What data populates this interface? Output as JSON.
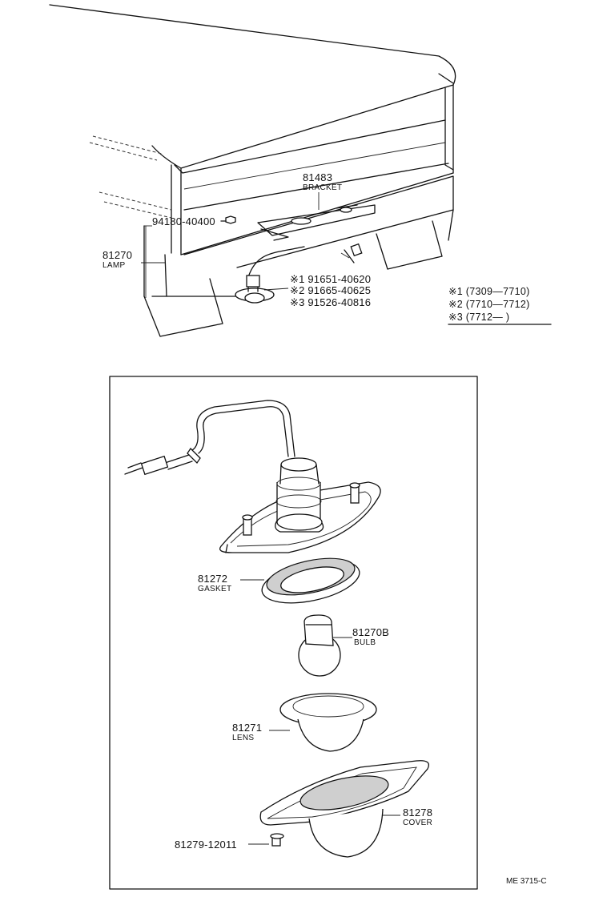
{
  "top_labels": {
    "bracket_num": "81483",
    "bracket_name": "BRACKET",
    "screw_top": "94180-40400",
    "lamp_num": "81270",
    "lamp_name": "LAMP",
    "alt1": "※1 91651-40620",
    "alt2": "※2 91665-40625",
    "alt3": "※3 91526-40816"
  },
  "legend": {
    "row1": "※1 (7309—7710)",
    "row2": "※2 (7710—7712)",
    "row3": "※3 (7712—        )"
  },
  "detail_labels": {
    "gasket_num": "81272",
    "gasket_name": "GASKET",
    "bulb_num": "81270B",
    "bulb_name": "BULB",
    "lens_num": "81271",
    "lens_name": "LENS",
    "cover_num": "81278",
    "cover_name": "COVER",
    "screw_num": "81279-12011"
  },
  "footer": {
    "code": "ME 3715-C"
  }
}
